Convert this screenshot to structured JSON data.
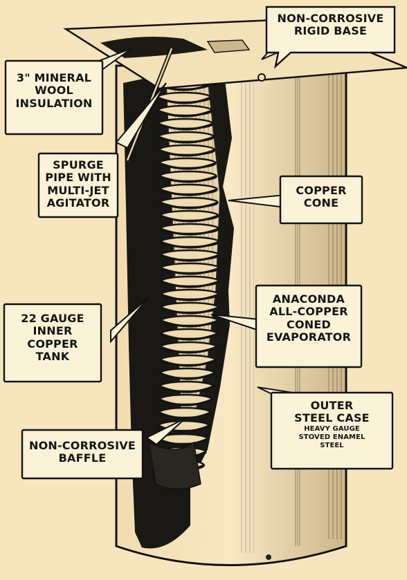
{
  "labels": {
    "rigid_base": {
      "lines": [
        "NON-CORROSIVE",
        "RIGID BASE"
      ]
    },
    "insulation": {
      "lines": [
        "3\" MINERAL",
        "WOOL",
        "INSULATION"
      ]
    },
    "spurge_pipe": {
      "lines": [
        "SPURGE",
        "PIPE WITH",
        "MULTI-JET",
        "AGITATOR"
      ]
    },
    "copper_cone": {
      "lines": [
        "COPPER",
        "CONE"
      ]
    },
    "evaporator": {
      "lines": [
        "ANACONDA",
        "ALL-COPPER",
        "CONED",
        "EVAPORATOR"
      ]
    },
    "inner_tank": {
      "lines": [
        "22 GAUGE",
        "INNER",
        "COPPER",
        "TANK"
      ]
    },
    "outer_case": {
      "lines": [
        "OUTER",
        "STEEL CASE"
      ],
      "sub_lines": [
        "HEAVY GAUGE",
        "STOVED ENAMEL",
        "STEEL"
      ]
    },
    "baffle": {
      "lines": [
        "NON-CORROSIVE",
        "BAFFLE"
      ]
    }
  },
  "colors": {
    "paper": "#f7e5bd",
    "ink": "#141414",
    "callout_fill": "#fbf3d8"
  }
}
